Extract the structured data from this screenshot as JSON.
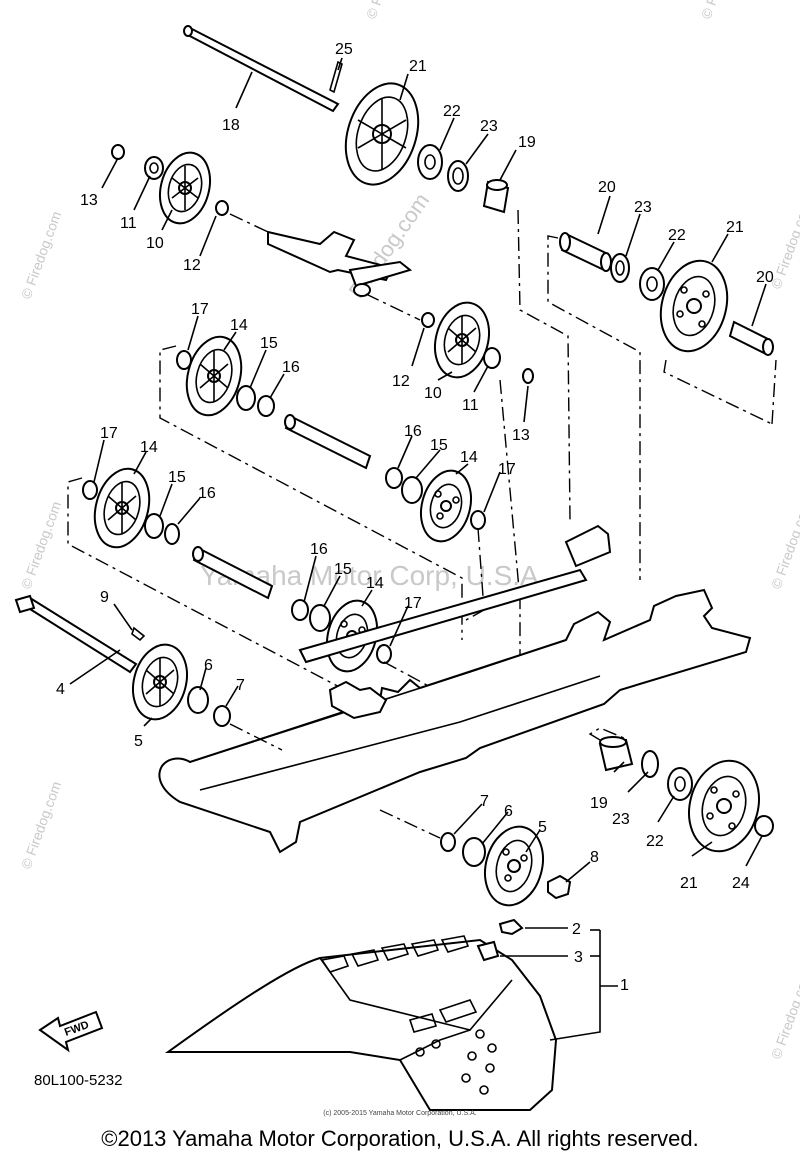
{
  "watermark_main": "Yamaha Motor Corp, U.S.A.",
  "watermark_firedog": "Firedog.com",
  "watermark_firedog_circle": "© Firedog.com",
  "diagram_code": "80L100-5232",
  "small_copyright": "(c) 2005-2015 Yamaha Motor Corporation, U.S.A.",
  "copyright": "©2013 Yamaha Motor Corporation, U.S.A. All rights reserved.",
  "fwd_label": "FWD",
  "callouts": [
    "25",
    "21",
    "22",
    "23",
    "19",
    "18",
    "13",
    "11",
    "10",
    "12",
    "20",
    "23",
    "22",
    "21",
    "20",
    "17",
    "14",
    "15",
    "16",
    "12",
    "10",
    "11",
    "13",
    "17",
    "14",
    "15",
    "16",
    "16",
    "15",
    "14",
    "17",
    "16",
    "15",
    "14",
    "17",
    "9",
    "4",
    "6",
    "7",
    "5",
    "7",
    "6",
    "5",
    "8",
    "19",
    "23",
    "22",
    "21",
    "24",
    "2",
    "3",
    "1"
  ]
}
